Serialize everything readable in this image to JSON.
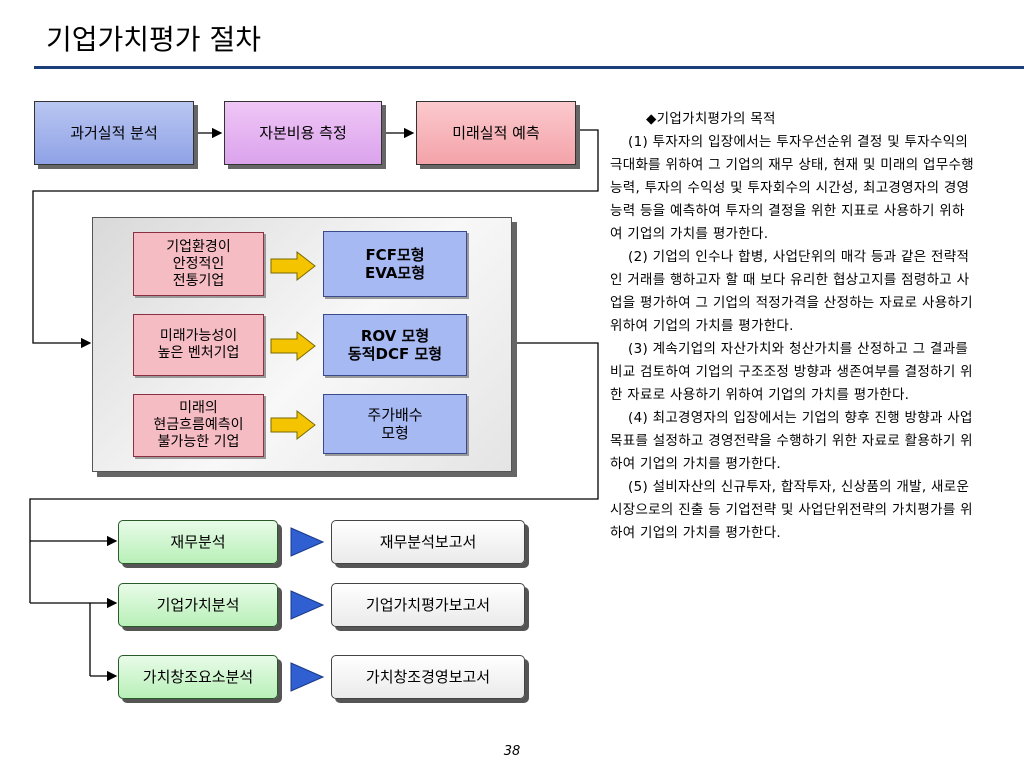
{
  "title": "기업가치평가 절차",
  "top_row": [
    {
      "label": "과거실적 분석"
    },
    {
      "label": "자본비용 측정"
    },
    {
      "label": "미래실적 예측"
    }
  ],
  "cases": [
    {
      "condition": "기업환경이\n안정적인\n전통기업",
      "model": "FCF모형\nEVA모형"
    },
    {
      "condition": "미래가능성이\n높은 벤처기업",
      "model": "ROV 모형\n동적DCF 모형"
    },
    {
      "condition": "미래의\n현금흐름예측이\n불가능한 기업",
      "model": "주가배수\n모형"
    }
  ],
  "outputs": [
    {
      "analysis": "재무분석",
      "report": "재무분석보고서"
    },
    {
      "analysis": "기업가치분석",
      "report": "기업가치평가보고서"
    },
    {
      "analysis": "가치창조요소분석",
      "report": "가치창조경영보고서"
    }
  ],
  "purpose": {
    "heading": "◆기업가치평가의 목적",
    "paragraphs": [
      "(1) 투자자의 입장에서는 투자우선순위 결정 및 투자수익의 극대화를 위하여 그 기업의 재무 상태, 현재 및 미래의 업무수행능력, 투자의 수익성 및 투자회수의 시간성, 최고경영자의 경영능력 등을 예측하여 투자의 결정을 위한 지표로 사용하기 위하여 기업의 가치를 평가한다.",
      "(2) 기업의 인수나 합병, 사업단위의 매각 등과 같은 전략적인 거래를 행하고자 할 때 보다 유리한 협상고지를 점령하고 사업을 평가하여 그 기업의 적정가격을 산정하는 자료로 사용하기 위하여 기업의 가치를 평가한다.",
      "(3) 계속기업의 자산가치와 청산가치를 산정하고 그 결과를 비교 검토하여 기업의 구조조정 방향과 생존여부를 결정하기 위한 자료로 사용하기 위하여 기업의 가치를 평가한다.",
      "(4) 최고경영자의 입장에서는 기업의 향후 진행 방향과 사업목표를 설정하고 경영전략을 수행하기 위한 자료로 활용하기 위하여 기업의 가치를 평가한다.",
      "(5) 설비자산의 신규투자, 합작투자, 신상품의 개발, 새로운 시장으로의 진출 등 기업전략 및 사업단위전략의 가치평가를 위하여 기업의 가치를 평가한다."
    ]
  },
  "page_number": "38",
  "colors": {
    "title_rule": "#1a3f7a",
    "output_arrow": "#2f5fd0",
    "case_arrow": "#f4c400"
  }
}
